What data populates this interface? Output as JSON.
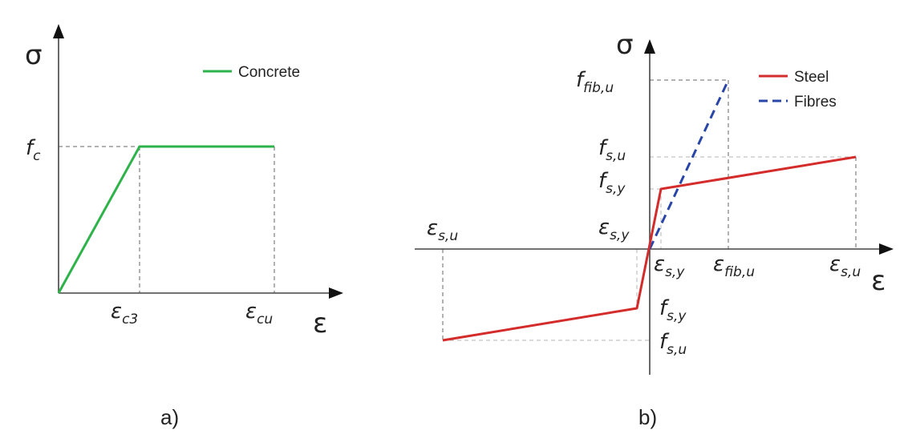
{
  "colors": {
    "concrete": "#2db34a",
    "steel": "#d42b2b",
    "fibres": "#2a45a8"
  },
  "panel_a": {
    "caption": "a)",
    "y_axis": "σ",
    "x_axis": "ε",
    "legend_concrete": "Concrete",
    "fc_base": "f",
    "fc_sub": "c",
    "ec3_base": "ε",
    "ec3_sub": "c3",
    "ecu_base": "ε",
    "ecu_sub": "cu"
  },
  "panel_b": {
    "caption": "b)",
    "y_axis": "σ",
    "x_axis": "ε",
    "legend_steel": "Steel",
    "legend_fibres": "Fibres",
    "ffibu_base": "f",
    "ffibu_sub": "fib,u",
    "fsu_top_base": "f",
    "fsu_top_sub": "s,u",
    "fsy_top_base": "f",
    "fsy_top_sub": "s,y",
    "esy_above_base": "ε",
    "esy_above_sub": "s,y",
    "esu_left_base": "ε",
    "esu_left_sub": "s,u",
    "esy_below_base": "ε",
    "esy_below_sub": "s,y",
    "efibu_base": "ε",
    "efibu_sub": "fib,u",
    "esu_right_base": "ε",
    "esu_right_sub": "s,u",
    "fsy_bot_base": "f",
    "fsy_bot_sub": "s,y",
    "fsu_bot_base": "f",
    "fsu_bot_sub": "s,u"
  }
}
